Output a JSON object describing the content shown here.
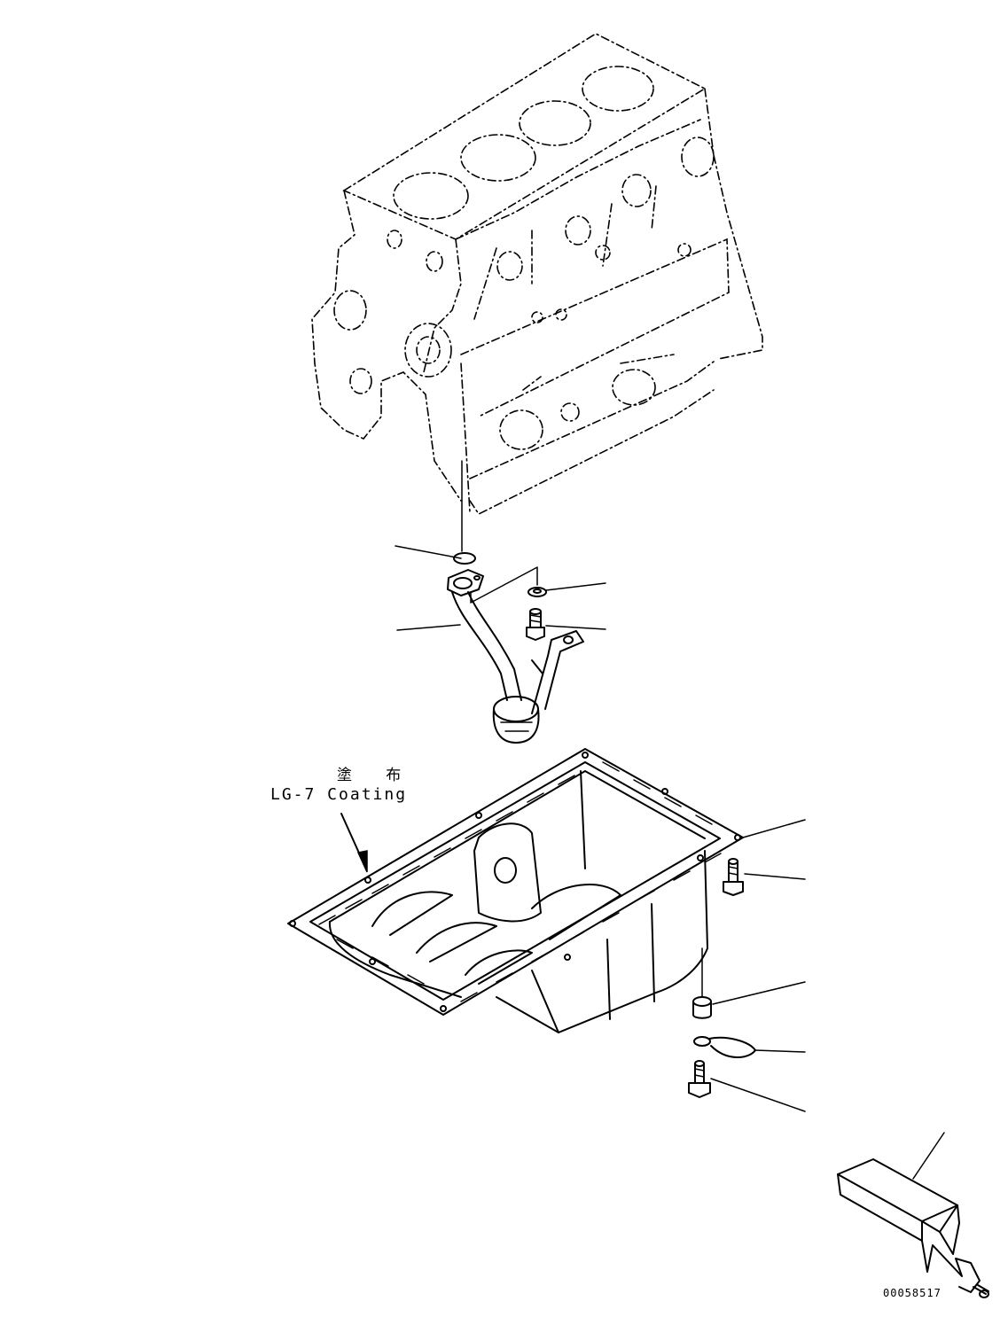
{
  "annotations": {
    "coating_note_jp": "塗 布",
    "coating_note_en": "LG-7 Coating"
  },
  "drawing_id": "00058517",
  "colors": {
    "line": "#000000",
    "background": "#ffffff"
  }
}
